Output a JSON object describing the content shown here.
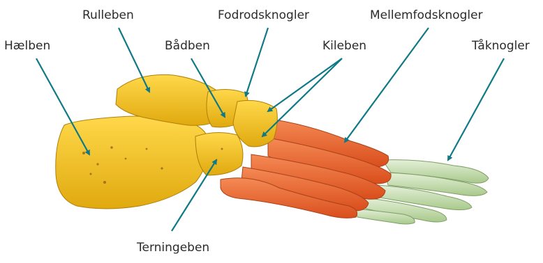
{
  "diagram": {
    "labels": {
      "calcaneus": "Hælben",
      "talus": "Rulleben",
      "tarsals": "Fodrodsknogler",
      "metatarsals": "Mellemfodsknogler",
      "navicular": "Bådben",
      "cuneiform": "Kileben",
      "phalanges": "Tåknogler",
      "cuboid": "Terningeben"
    },
    "colors": {
      "tarsal_bones": "#f2c41c",
      "metatarsal_bones": "#ee6a2c",
      "phalanx_bones": "#c9e0b4",
      "pointer": "#0f7a86",
      "text": "#2b2b2b"
    }
  }
}
